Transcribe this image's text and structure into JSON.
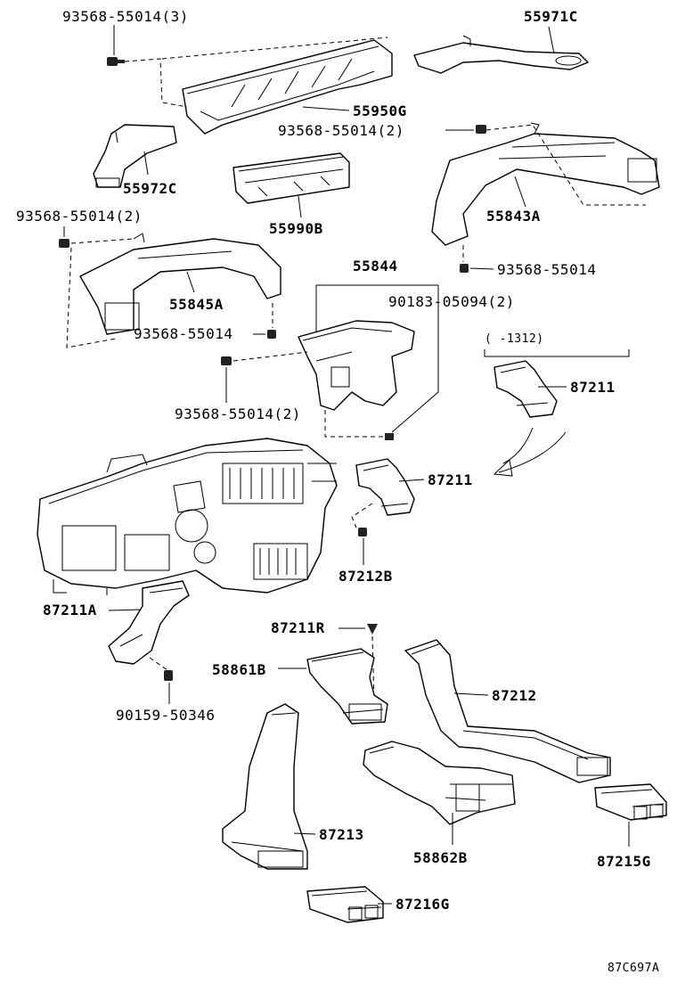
{
  "diagram": {
    "catalog_code": "87C697A",
    "production_note": "(      -1312)",
    "labels": {
      "p93568_55014_3": "93568-55014(3)",
      "p55971C": "55971C",
      "p55950G": "55950G",
      "p93568_55014_2a": "93568-55014(2)",
      "p55972C": "55972C",
      "p55990B": "55990B",
      "p55843A": "55843A",
      "p93568_55014_2b": "93568-55014(2)",
      "p93568_55014_a": "93568-55014",
      "p55844": "55844",
      "p55845A": "55845A",
      "p90183_05094_2": "90183-05094(2)",
      "p93568_55014_b": "93568-55014",
      "p87211_a": "87211",
      "p93568_55014_2c": "93568-55014(2)",
      "p87211_b": "87211",
      "p87212B": "87212B",
      "p87211A": "87211A",
      "p87211R": "87211R",
      "p58861B": "58861B",
      "p87212": "87212",
      "p90159_50346": "90159-50346",
      "p87213": "87213",
      "p58862B": "58862B",
      "p87215G": "87215G",
      "p87216G": "87216G"
    }
  }
}
